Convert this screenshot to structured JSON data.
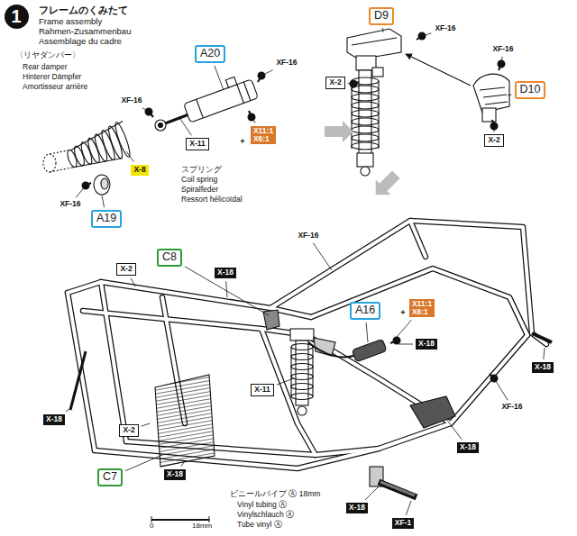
{
  "diagram": {
    "title": "フレームのくみたて",
    "nodes": [
      {
        "text": [
          "1"
        ]
      },
      {
        "text": [
          "D9"
        ]
      },
      {
        "text": [
          "A20"
        ]
      },
      {
        "text": [
          "X-2"
        ]
      },
      {
        "text": [
          "D10"
        ]
      },
      {
        "text": [
          "X-11"
        ]
      },
      {
        "text": [
          "X11:1 X6:1"
        ]
      },
      {
        "text": [
          "X-2"
        ]
      },
      {
        "text": [
          "X-8"
        ]
      },
      {
        "text": [
          "A19"
        ]
      },
      {
        "text": [
          "C8"
        ]
      },
      {
        "text": [
          "X-2"
        ]
      },
      {
        "text": [
          "X-18"
        ]
      },
      {
        "text": [
          "A16"
        ]
      },
      {
        "text": [
          "X11:1 X6:1"
        ]
      },
      {
        "text": [
          "X-18"
        ]
      },
      {
        "text": [
          "X-18"
        ]
      },
      {
        "text": [
          "X-11"
        ]
      },
      {
        "text": [
          "X-18"
        ]
      },
      {
        "text": [
          "X-2"
        ]
      },
      {
        "text": [
          "X-18"
        ]
      },
      {
        "text": [
          "C7"
        ]
      },
      {
        "text": [
          "X-18"
        ]
      },
      {
        "text": [
          "X-18"
        ]
      },
      {
        "text": [
          "XF-1"
        ]
      }
    ],
    "labels": [
      "Frame assembly",
      "Rahmen-Zusammenbau",
      "Assemblage du cadre",
      "〈リヤダンパー〉",
      "Rear damper",
      "Hinterer Dämpfer",
      "Amortisseur arrière",
      "XF-16",
      "XF-16",
      "+",
      "スプリング",
      "Coil spring",
      "Spiralfeder",
      "Ressort hélicoïdal",
      "XF-16",
      "XF-16",
      "XF-16",
      "XF-16",
      "+",
      "XF-16",
      "ビニールパイプ Ⓐ 18mm",
      "Vinyl tubing Ⓐ",
      "Vinylschlauch Ⓐ",
      "Tube vinyl Ⓐ",
      "0",
      "18mm"
    ]
  }
}
